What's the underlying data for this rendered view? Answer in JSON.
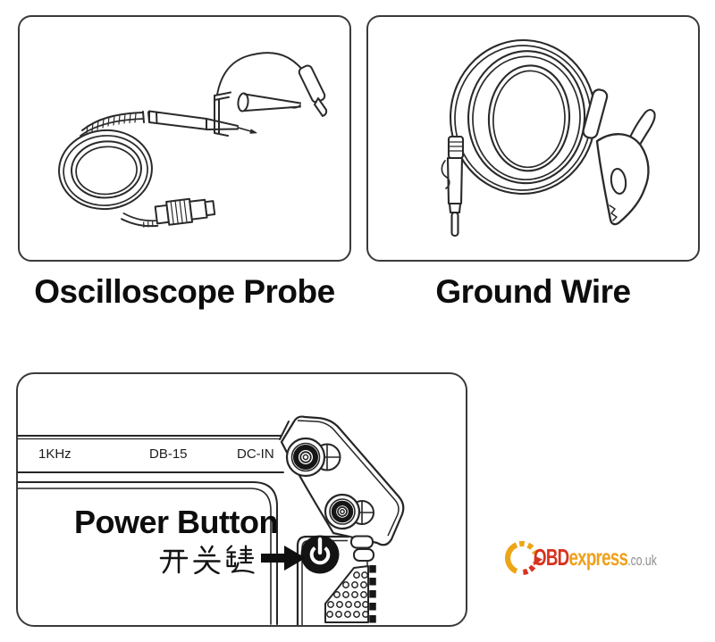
{
  "accessories": [
    {
      "id": "oscilloscope-probe",
      "label": "Oscilloscope Probe"
    },
    {
      "id": "ground-wire",
      "label": "Ground Wire"
    }
  ],
  "device": {
    "ports": [
      {
        "label": "1KHz"
      },
      {
        "label": "DB-15"
      },
      {
        "label": "DC-IN"
      }
    ],
    "power": {
      "label_en": "Power Button",
      "label_zh": "开关键"
    }
  },
  "logo": {
    "part1": "OBD",
    "part2": "express",
    "part3": ".co.uk"
  },
  "colors": {
    "line_art": "#2a2a2a",
    "logo_red": "#d8321f",
    "logo_gold": "#efa11d",
    "logo_gray": "#8d8d8d"
  }
}
